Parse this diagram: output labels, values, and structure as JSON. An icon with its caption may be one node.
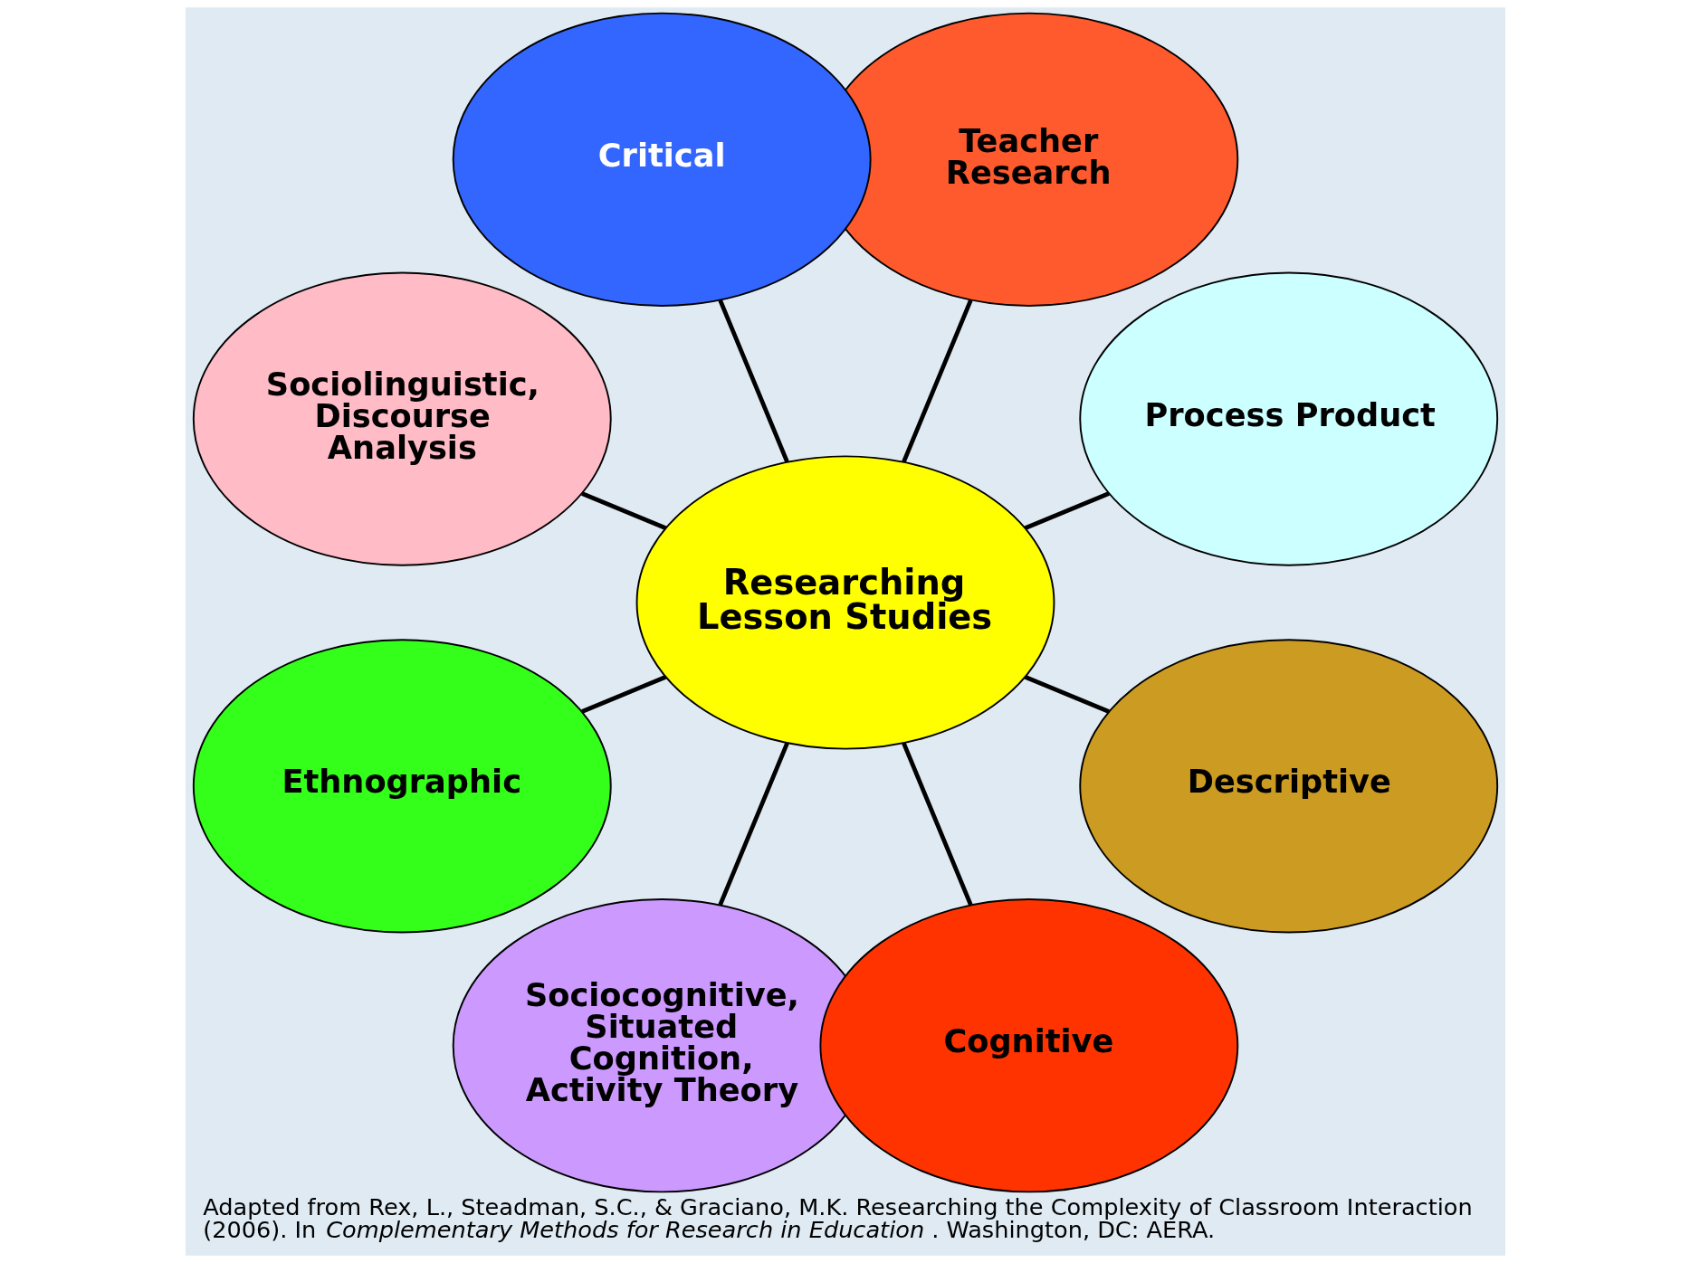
{
  "diagram": {
    "caption": "Adapted from Rex, L., Steadman, S.C., & Graciano, M.K. Researching the Complexity of Classroom Interaction (2006). In *Complementary Methods for Research in Education*. Washington, DC: AERA.",
    "nodes": [
      {
        "text": [
          "Process Product"
        ]
      },
      {
        "text": [
          "Teacher Research"
        ]
      },
      {
        "text": [
          "Descriptive"
        ]
      },
      {
        "text": [
          "Critical"
        ]
      },
      {
        "text": [
          "Researching Lesson Studies"
        ]
      },
      {
        "text": [
          "Cognitive"
        ]
      },
      {
        "text": [
          "Sociolinguistic, Discourse Analysis"
        ]
      },
      {
        "text": [
          "Sociocognitive, Situated Cognition, Activity Theory"
        ]
      },
      {
        "text": [
          "Ethnographic"
        ]
      }
    ],
    "edges": [
      {
        "from": 4,
        "to": 0,
        "arrow": "none"
      },
      {
        "from": 4,
        "to": 2,
        "arrow": "none"
      },
      {
        "from": 4,
        "to": 5,
        "arrow": "none"
      },
      {
        "from": 4,
        "to": 7,
        "arrow": "none"
      },
      {
        "from": 4,
        "to": 8,
        "arrow": "none"
      },
      {
        "from": 4,
        "to": 6,
        "arrow": "none"
      },
      {
        "from": 4,
        "to": 3,
        "arrow": "none"
      },
      {
        "from": 4,
        "to": 1,
        "arrow": "none"
      }
    ]
  }
}
